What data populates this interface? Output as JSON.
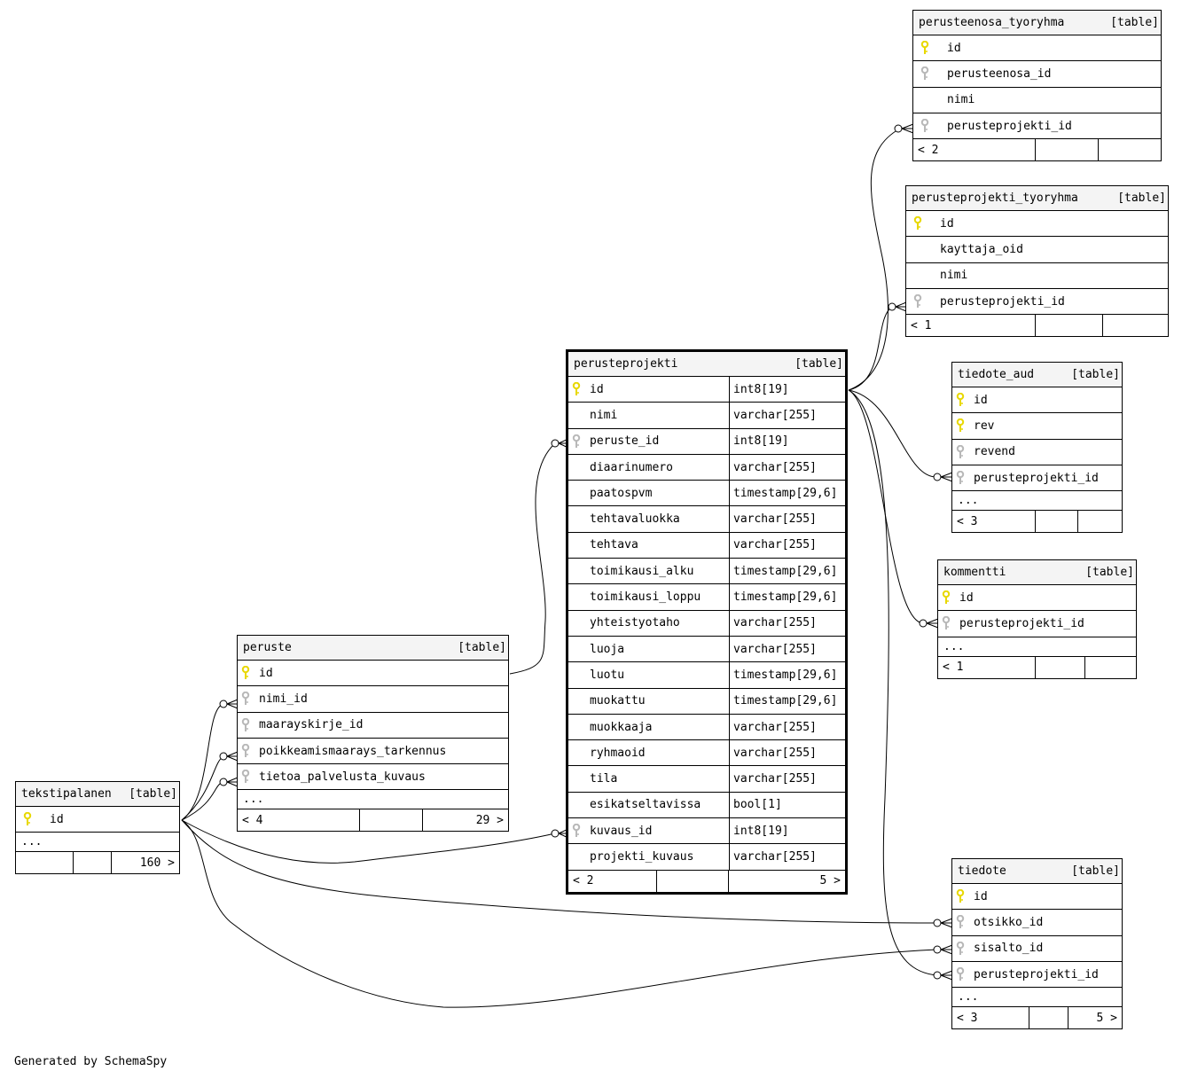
{
  "footer": "Generated by SchemaSpy",
  "colors": {
    "primary_key": "#e8d800",
    "foreign_key": "#b8b8b8",
    "header_bg": "#f4f4f4"
  },
  "tables": {
    "perusteprojekti": {
      "name": "perusteprojekti",
      "tag": "[table]",
      "columns": [
        {
          "name": "id",
          "type": "int8[19]",
          "key": "primary"
        },
        {
          "name": "nimi",
          "type": "varchar[255]",
          "key": ""
        },
        {
          "name": "peruste_id",
          "type": "int8[19]",
          "key": "foreign"
        },
        {
          "name": "diaarinumero",
          "type": "varchar[255]",
          "key": ""
        },
        {
          "name": "paatospvm",
          "type": "timestamp[29,6]",
          "key": ""
        },
        {
          "name": "tehtavaluokka",
          "type": "varchar[255]",
          "key": ""
        },
        {
          "name": "tehtava",
          "type": "varchar[255]",
          "key": ""
        },
        {
          "name": "toimikausi_alku",
          "type": "timestamp[29,6]",
          "key": ""
        },
        {
          "name": "toimikausi_loppu",
          "type": "timestamp[29,6]",
          "key": ""
        },
        {
          "name": "yhteistyotaho",
          "type": "varchar[255]",
          "key": ""
        },
        {
          "name": "luoja",
          "type": "varchar[255]",
          "key": ""
        },
        {
          "name": "luotu",
          "type": "timestamp[29,6]",
          "key": ""
        },
        {
          "name": "muokattu",
          "type": "timestamp[29,6]",
          "key": ""
        },
        {
          "name": "muokkaaja",
          "type": "varchar[255]",
          "key": ""
        },
        {
          "name": "ryhmaoid",
          "type": "varchar[255]",
          "key": ""
        },
        {
          "name": "tila",
          "type": "varchar[255]",
          "key": ""
        },
        {
          "name": "esikatseltavissa",
          "type": "bool[1]",
          "key": ""
        },
        {
          "name": "kuvaus_id",
          "type": "int8[19]",
          "key": "foreign"
        },
        {
          "name": "projekti_kuvaus",
          "type": "varchar[255]",
          "key": ""
        }
      ],
      "footer_left": "< 2",
      "footer_right": "5 >"
    },
    "perusteenosa_tyoryhma": {
      "name": "perusteenosa_tyoryhma",
      "tag": "[table]",
      "columns": [
        {
          "name": "id",
          "key": "primary"
        },
        {
          "name": "perusteenosa_id",
          "key": "foreign"
        },
        {
          "name": "nimi",
          "key": ""
        },
        {
          "name": "perusteprojekti_id",
          "key": "foreign"
        }
      ],
      "footer_left": "< 2",
      "footer_right": ""
    },
    "perusteprojekti_tyoryhma": {
      "name": "perusteprojekti_tyoryhma",
      "tag": "[table]",
      "columns": [
        {
          "name": "id",
          "key": "primary"
        },
        {
          "name": "kayttaja_oid",
          "key": ""
        },
        {
          "name": "nimi",
          "key": ""
        },
        {
          "name": "perusteprojekti_id",
          "key": "foreign"
        }
      ],
      "footer_left": "< 1",
      "footer_right": ""
    },
    "tiedote_aud": {
      "name": "tiedote_aud",
      "tag": "[table]",
      "columns": [
        {
          "name": "id",
          "key": "primary"
        },
        {
          "name": "rev",
          "key": "primary"
        },
        {
          "name": "revend",
          "key": "foreign"
        },
        {
          "name": "perusteprojekti_id",
          "key": "foreign"
        }
      ],
      "more": "...",
      "footer_left": "< 3",
      "footer_right": ""
    },
    "kommentti": {
      "name": "kommentti",
      "tag": "[table]",
      "columns": [
        {
          "name": "id",
          "key": "primary"
        },
        {
          "name": "perusteprojekti_id",
          "key": "foreign"
        }
      ],
      "more": "...",
      "footer_left": "< 1",
      "footer_right": ""
    },
    "tiedote": {
      "name": "tiedote",
      "tag": "[table]",
      "columns": [
        {
          "name": "id",
          "key": "primary"
        },
        {
          "name": "otsikko_id",
          "key": "foreign"
        },
        {
          "name": "sisalto_id",
          "key": "foreign"
        },
        {
          "name": "perusteprojekti_id",
          "key": "foreign"
        }
      ],
      "more": "...",
      "footer_left": "< 3",
      "footer_right": "5 >"
    },
    "peruste": {
      "name": "peruste",
      "tag": "[table]",
      "columns": [
        {
          "name": "id",
          "key": "primary"
        },
        {
          "name": "nimi_id",
          "key": "foreign"
        },
        {
          "name": "maarayskirje_id",
          "key": "foreign"
        },
        {
          "name": "poikkeamismaarays_tarkennus",
          "key": "foreign"
        },
        {
          "name": "tietoa_palvelusta_kuvaus",
          "key": "foreign"
        }
      ],
      "more": "...",
      "footer_left": "< 4",
      "footer_right": "29 >"
    },
    "tekstipalanen": {
      "name": "tekstipalanen",
      "tag": "[table]",
      "columns": [
        {
          "name": "id",
          "key": "primary"
        }
      ],
      "more": "...",
      "footer_left": "",
      "footer_right": "160 >"
    }
  }
}
